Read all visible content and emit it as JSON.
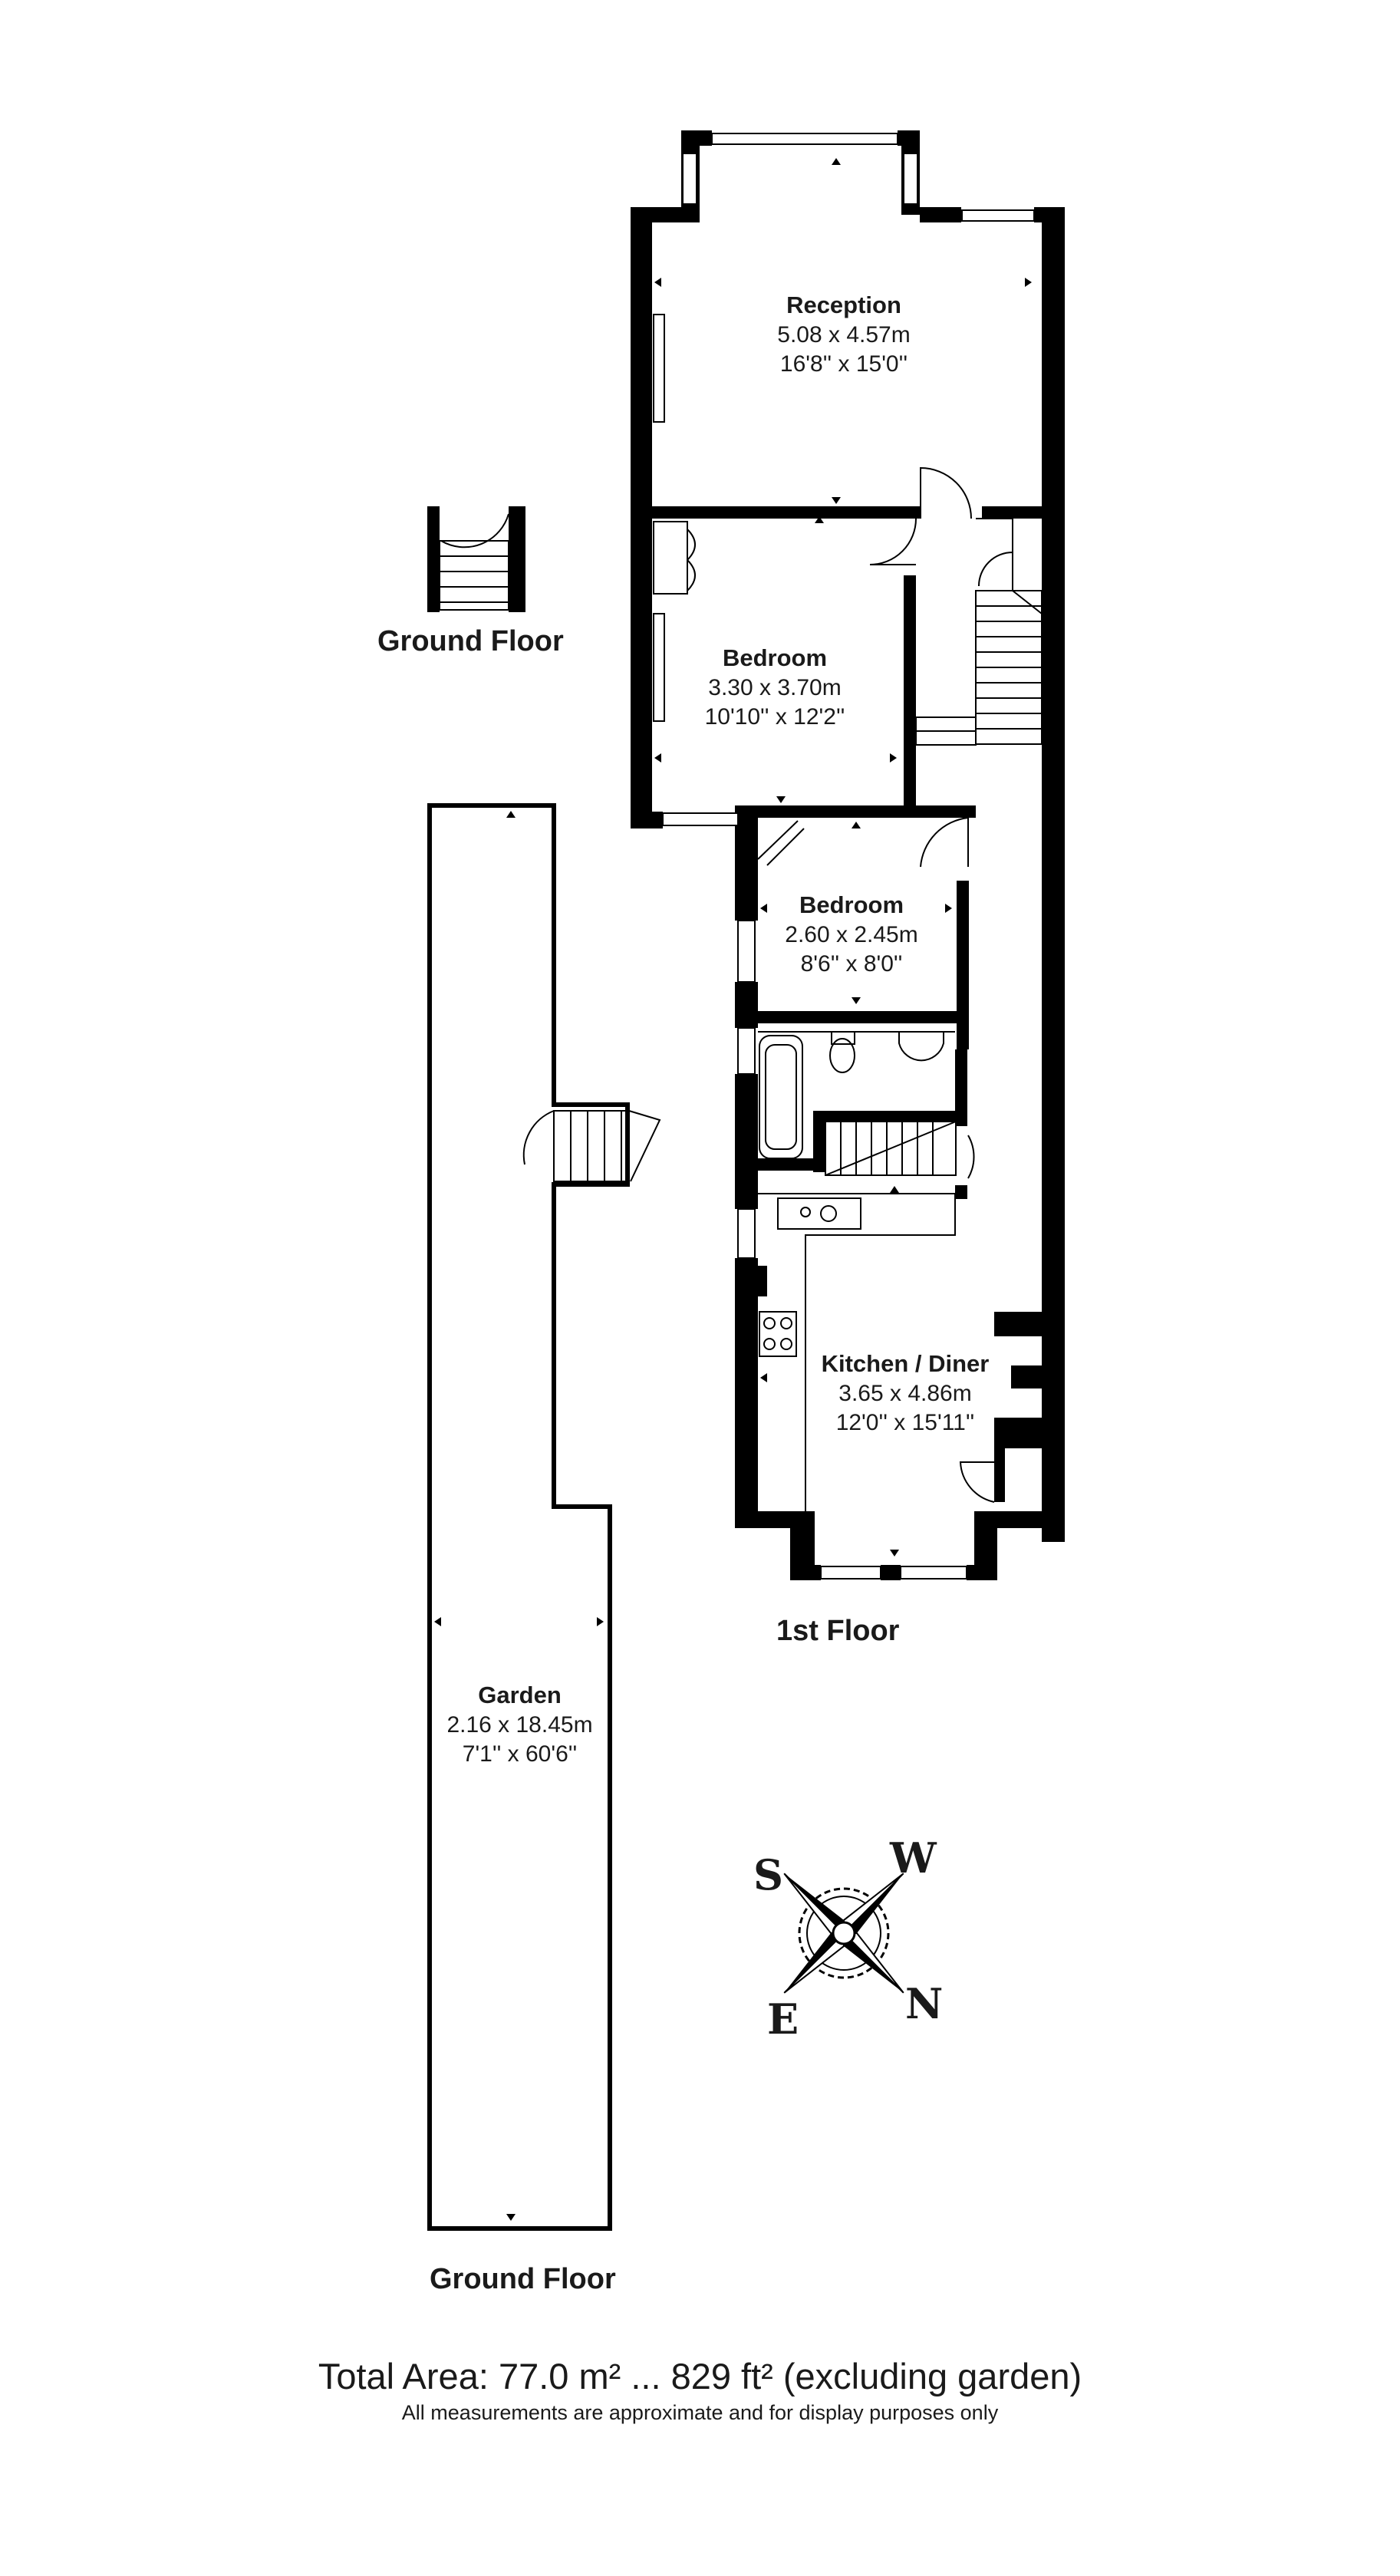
{
  "rooms": {
    "reception": {
      "name": "Reception",
      "metric": "5.08 x 4.57m",
      "imperial": "16'8'' x 15'0''"
    },
    "bedroom1": {
      "name": "Bedroom",
      "metric": "3.30 x 3.70m",
      "imperial": "10'10'' x 12'2''"
    },
    "bedroom2": {
      "name": "Bedroom",
      "metric": "2.60 x 2.45m",
      "imperial": "8'6'' x 8'0''"
    },
    "kitchen": {
      "name": "Kitchen / Diner",
      "metric": "3.65 x 4.86m",
      "imperial": "12'0'' x 15'11''"
    },
    "garden": {
      "name": "Garden",
      "metric": "2.16 x 18.45m",
      "imperial": "7'1'' x 60'6''"
    }
  },
  "floors": {
    "ground_top": "Ground Floor",
    "first": "1st Floor",
    "ground_bottom": "Ground Floor"
  },
  "compass": {
    "n": "N",
    "e": "E",
    "s": "S",
    "w": "W"
  },
  "footer": {
    "total_area": "Total Area: 77.0 m² ... 829 ft² (excluding garden)",
    "disclaimer": "All measurements are approximate and for display purposes only"
  }
}
